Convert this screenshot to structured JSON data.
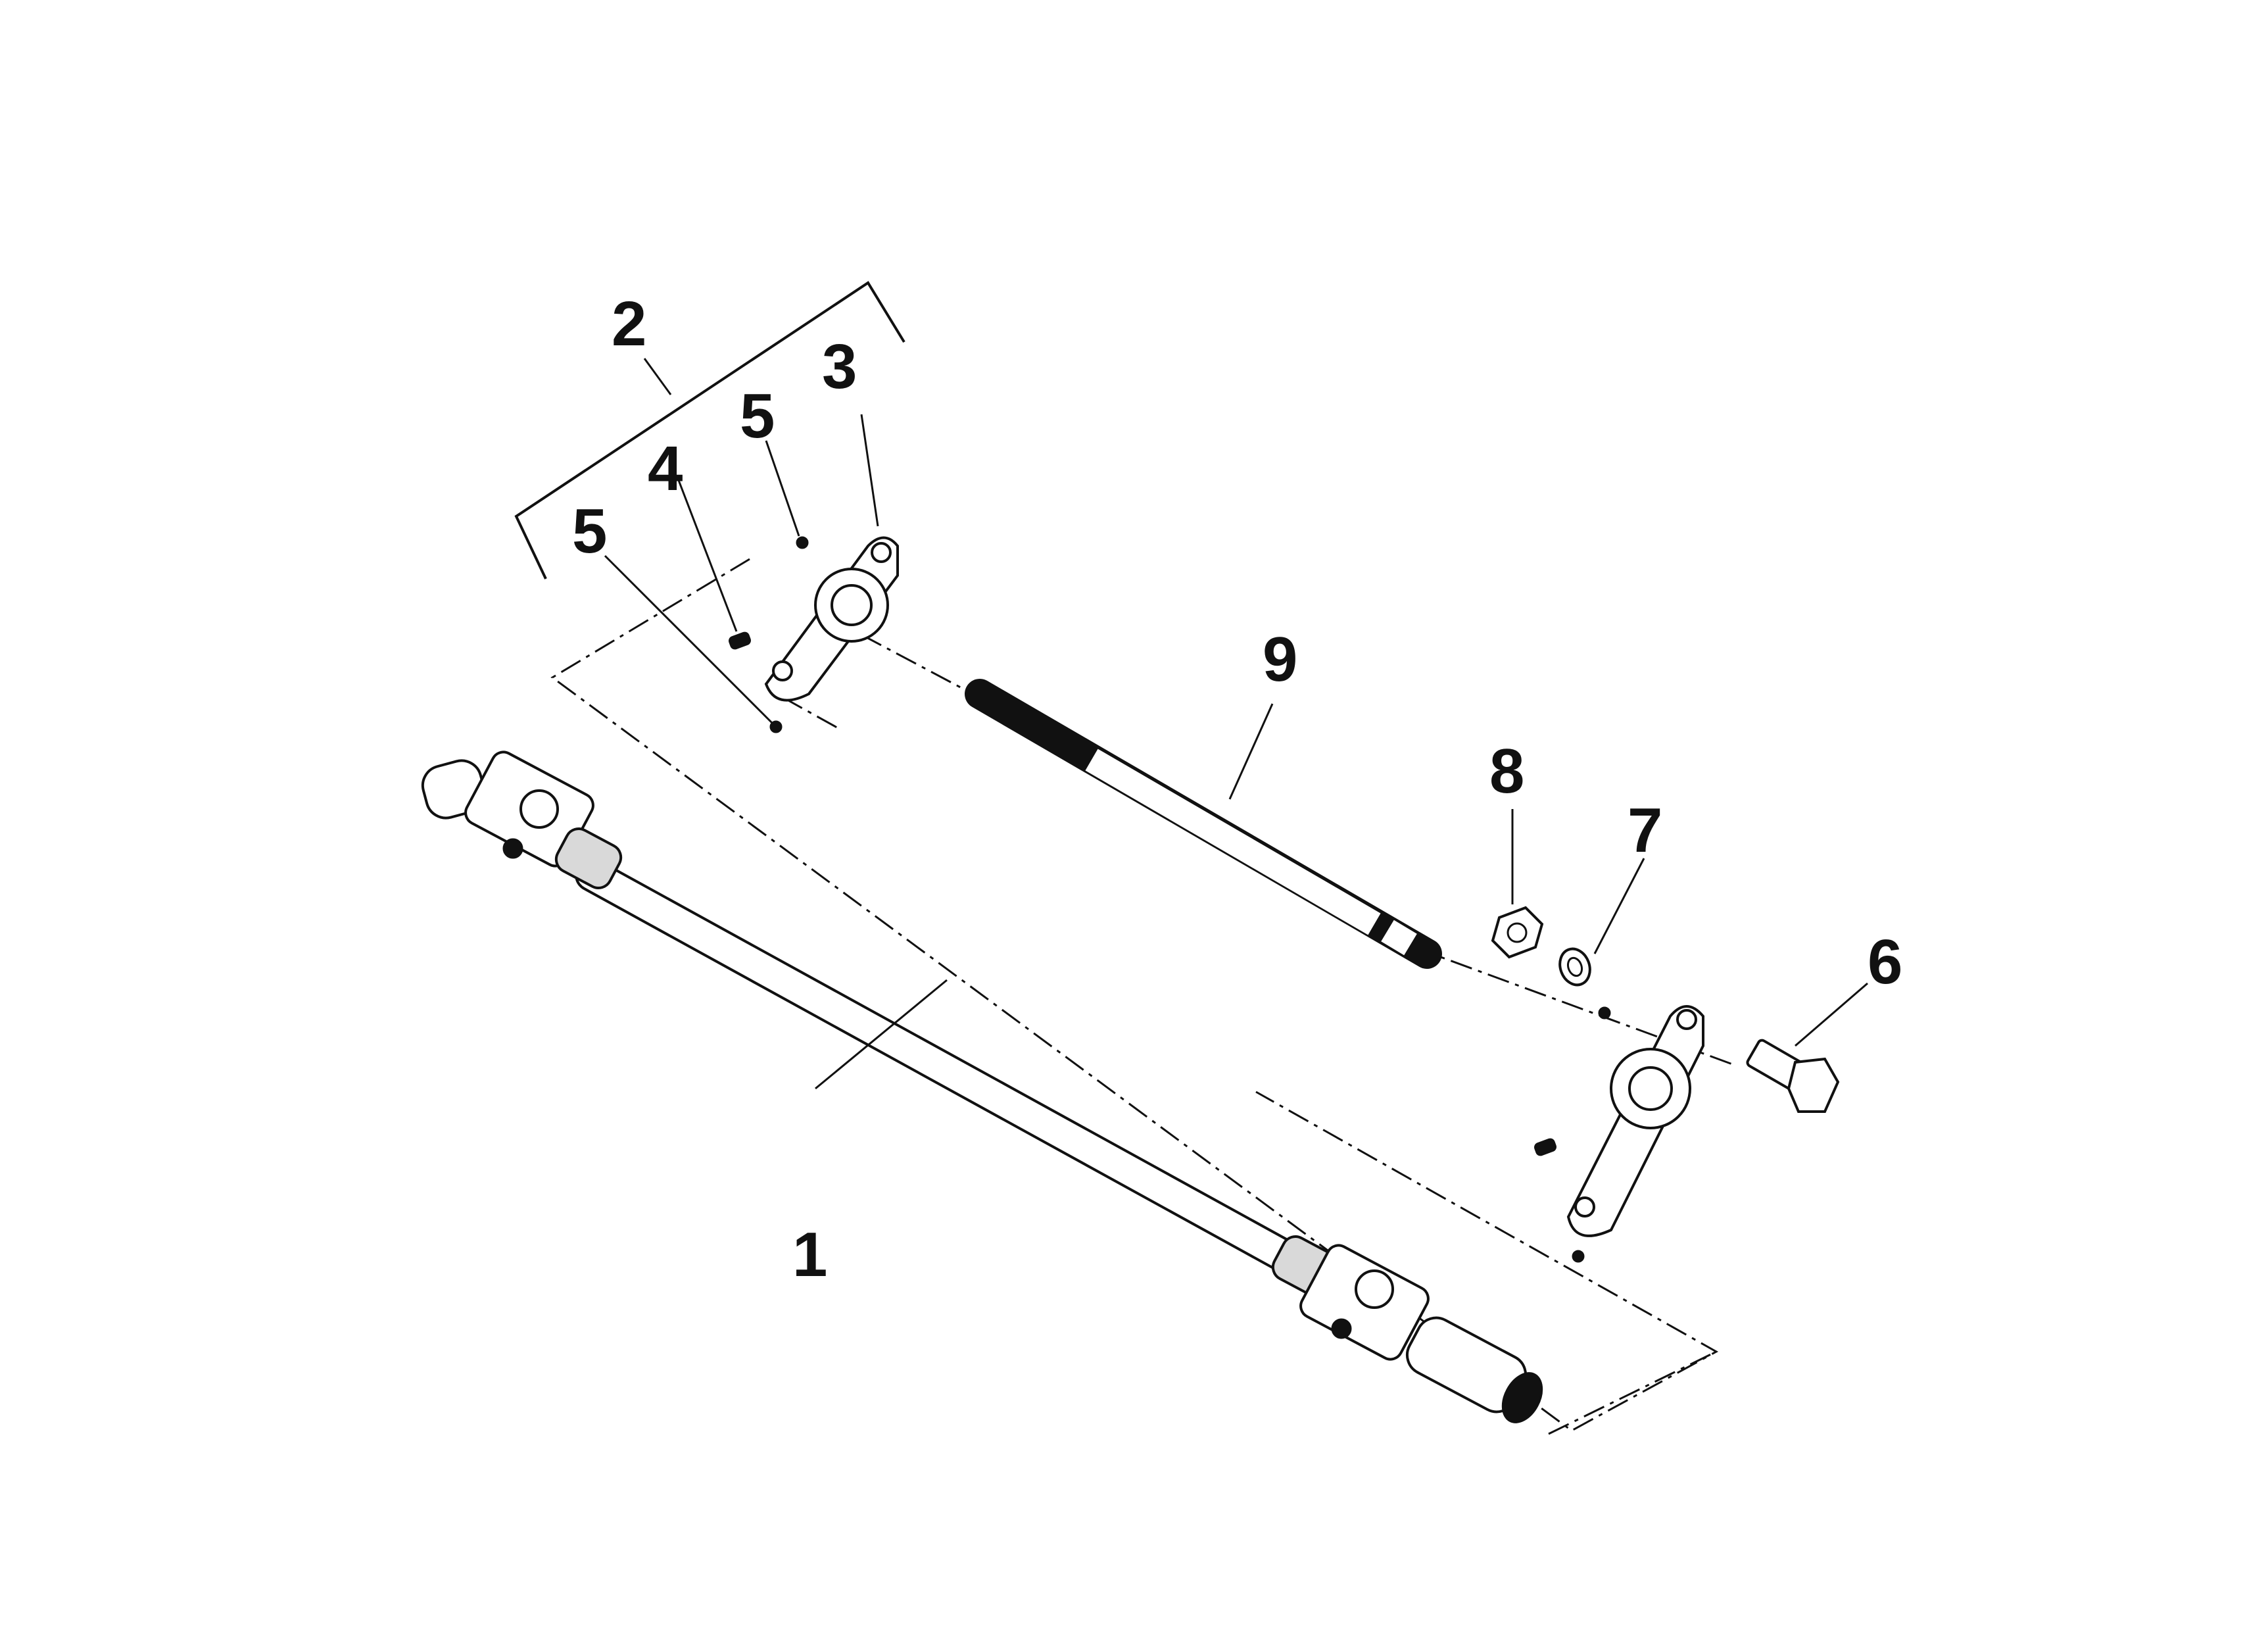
{
  "callouts": [
    {
      "id": "1",
      "label": "1"
    },
    {
      "id": "2",
      "label": "2"
    },
    {
      "id": "3",
      "label": "3"
    },
    {
      "id": "4",
      "label": "4"
    },
    {
      "id": "5a",
      "label": "5"
    },
    {
      "id": "5b",
      "label": "5"
    },
    {
      "id": "6",
      "label": "6"
    },
    {
      "id": "7",
      "label": "7"
    },
    {
      "id": "8",
      "label": "8"
    },
    {
      "id": "9",
      "label": "9"
    }
  ]
}
